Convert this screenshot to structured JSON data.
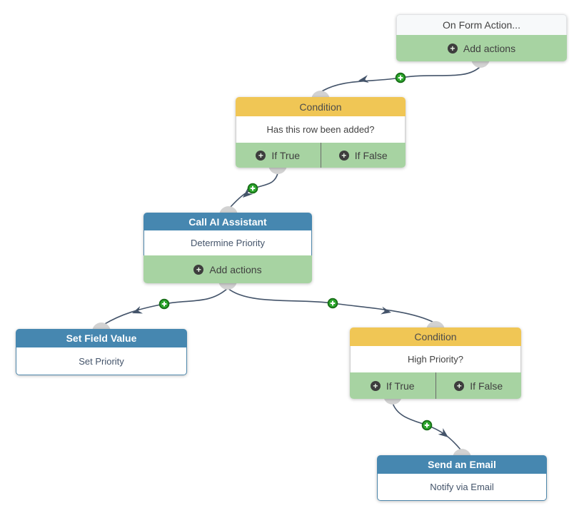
{
  "icons": {
    "plus": "+"
  },
  "colors": {
    "header_blue": "#4687b0",
    "header_yellow": "#f0c655",
    "header_gray": "#f7f9fa",
    "action_green": "#a7d3a2",
    "connector_line": "#44546a",
    "add_step_badge_fill": "#2fa82f",
    "add_step_badge_border": "#156b15",
    "anchor_gray": "#d2d2d2"
  },
  "nodes": {
    "trigger": {
      "title": "On Form Action...",
      "add_actions": "Add actions"
    },
    "condition1": {
      "title": "Condition",
      "question": "Has this row been added?",
      "if_true": "If True",
      "if_false": "If False"
    },
    "call_ai_assistant": {
      "title": "Call AI Assistant",
      "description": "Determine Priority",
      "add_actions": "Add actions"
    },
    "set_field_value": {
      "title": "Set Field Value",
      "description": "Set Priority"
    },
    "condition2": {
      "title": "Condition",
      "question": "High Priority?",
      "if_true": "If True",
      "if_false": "If False"
    },
    "send_email": {
      "title": "Send an Email",
      "description": "Notify via Email"
    }
  }
}
